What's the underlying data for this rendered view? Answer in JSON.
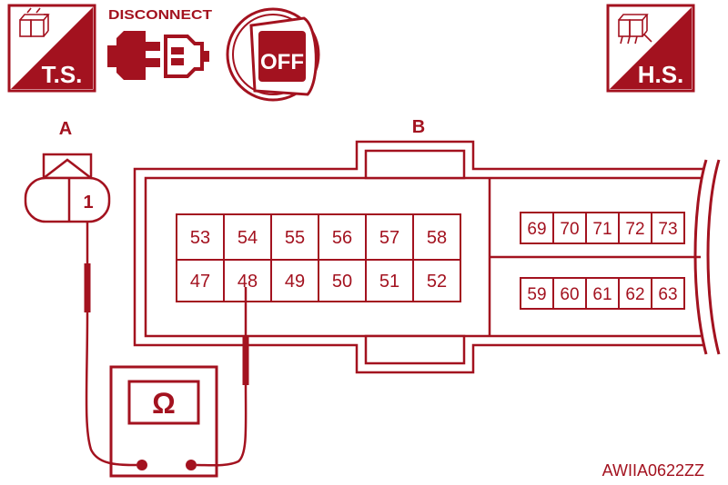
{
  "colors": {
    "ink": "#a3121f",
    "paper": "#ffffff"
  },
  "icons": {
    "ts_badge": {
      "icon": "trouble-shooting-badge-icon",
      "label": "T.S."
    },
    "disconnect": {
      "icon": "disconnect-connector-icon",
      "label": "DISCONNECT"
    },
    "ignition": {
      "icon": "ignition-key-off-icon",
      "label": "OFF"
    },
    "hs_badge": {
      "icon": "harness-side-badge-icon",
      "label": "H.S."
    }
  },
  "connectors": {
    "a": {
      "label": "A",
      "terminal": "1"
    },
    "b": {
      "label": "B",
      "main_top_row": [
        "53",
        "54",
        "55",
        "56",
        "57",
        "58"
      ],
      "main_bottom_row": [
        "47",
        "48",
        "49",
        "50",
        "51",
        "52"
      ],
      "side_top_row": [
        "69",
        "70",
        "71",
        "72",
        "73"
      ],
      "side_bottom_row": [
        "59",
        "60",
        "61",
        "62",
        "63"
      ]
    }
  },
  "meter": {
    "symbol": "Ω",
    "icon": "ohmmeter-icon"
  },
  "figure_code": "AWIIA0622ZZ"
}
